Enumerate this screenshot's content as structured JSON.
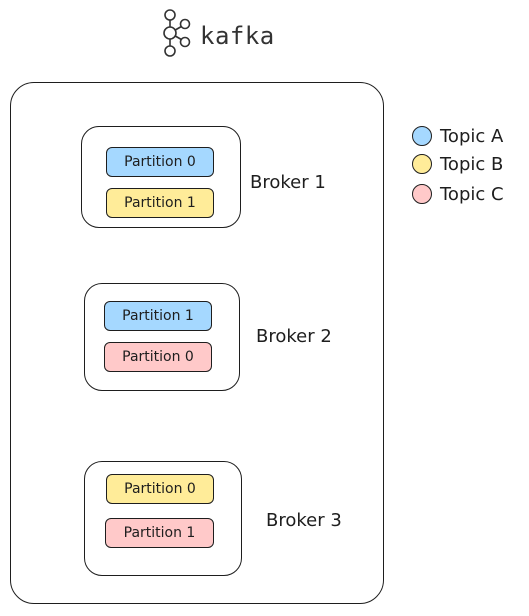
{
  "logo": {
    "text": "kafka",
    "icon": "kafka-logo-icon"
  },
  "legend": [
    {
      "label": "Topic A",
      "color": "#a5d8ff"
    },
    {
      "label": "Topic B",
      "color": "#ffec99"
    },
    {
      "label": "Topic C",
      "color": "#ffc9c9"
    }
  ],
  "brokers": [
    {
      "label": "Broker 1",
      "partitions": [
        {
          "label": "Partition 0",
          "topic": "Topic A"
        },
        {
          "label": "Partition 1",
          "topic": "Topic B"
        }
      ]
    },
    {
      "label": "Broker 2",
      "partitions": [
        {
          "label": "Partition 1",
          "topic": "Topic A"
        },
        {
          "label": "Partition 0",
          "topic": "Topic C"
        }
      ]
    },
    {
      "label": "Broker 3",
      "partitions": [
        {
          "label": "Partition 0",
          "topic": "Topic B"
        },
        {
          "label": "Partition 1",
          "topic": "Topic C"
        }
      ]
    }
  ]
}
